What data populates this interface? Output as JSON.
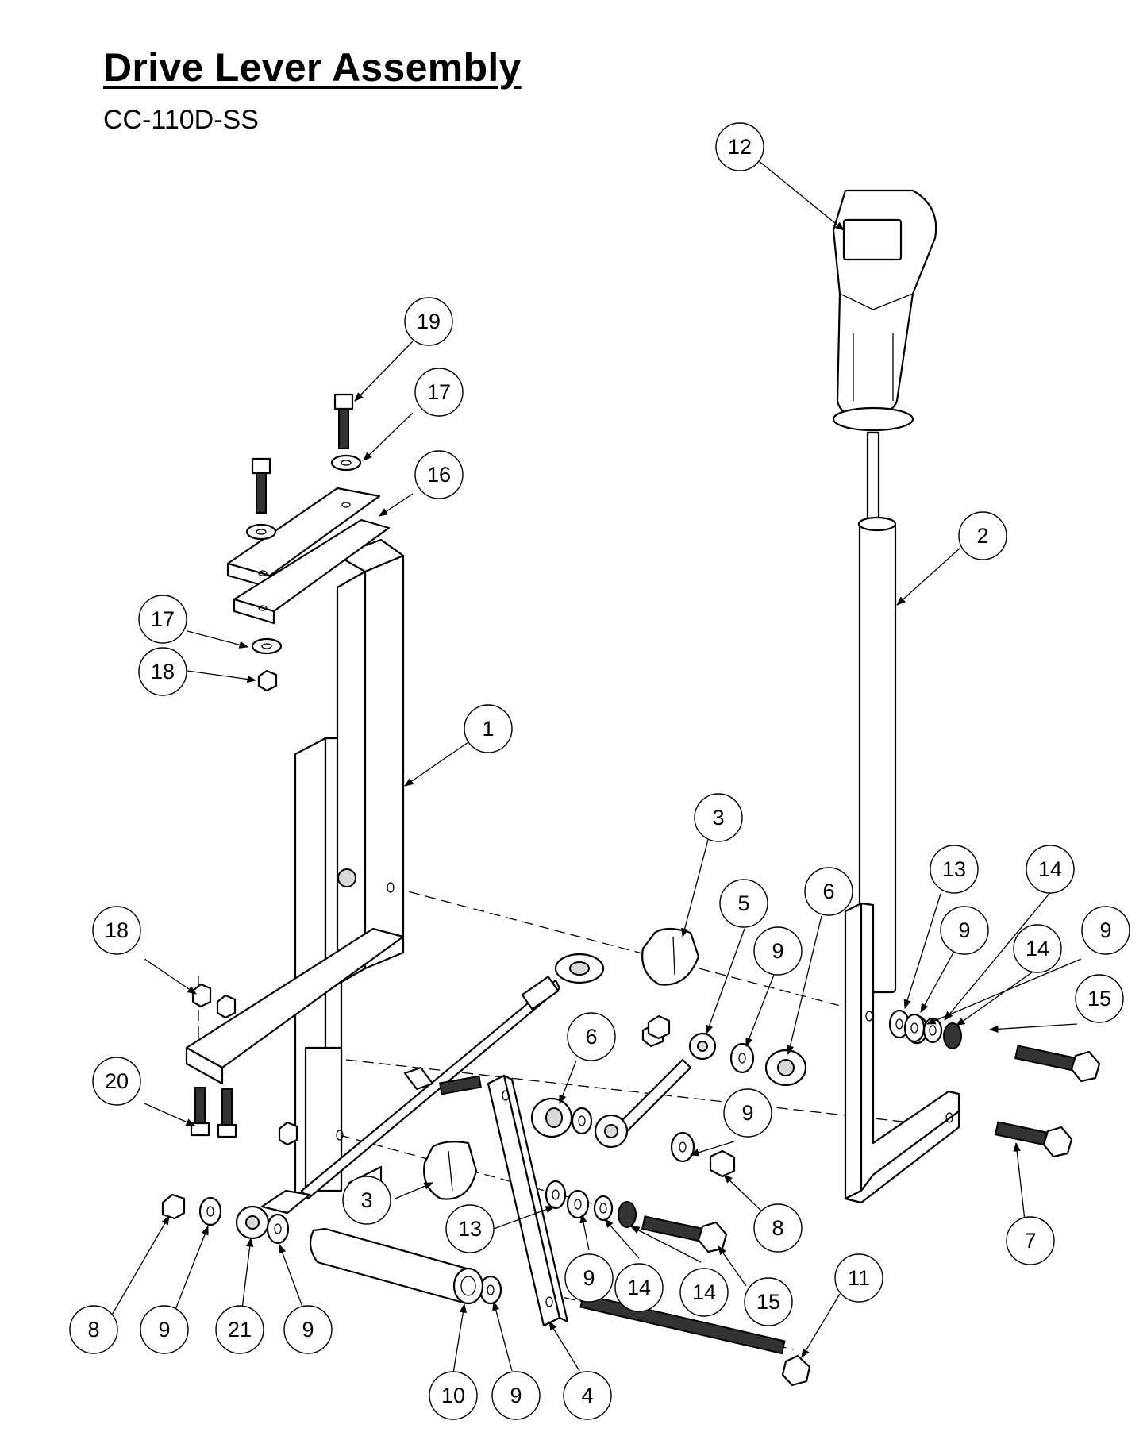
{
  "title": "Drive Lever Assembly",
  "subtitle": "CC-110D-SS",
  "callouts": [
    "12",
    "19",
    "17",
    "16",
    "2",
    "17",
    "18",
    "1",
    "3",
    "13",
    "14",
    "6",
    "5",
    "9",
    "9",
    "14",
    "18",
    "15",
    "9",
    "6",
    "20",
    "9",
    "3",
    "13",
    "8",
    "7",
    "11",
    "8",
    "9",
    "21",
    "9",
    "9",
    "14",
    "14",
    "15",
    "10",
    "9",
    "4"
  ]
}
